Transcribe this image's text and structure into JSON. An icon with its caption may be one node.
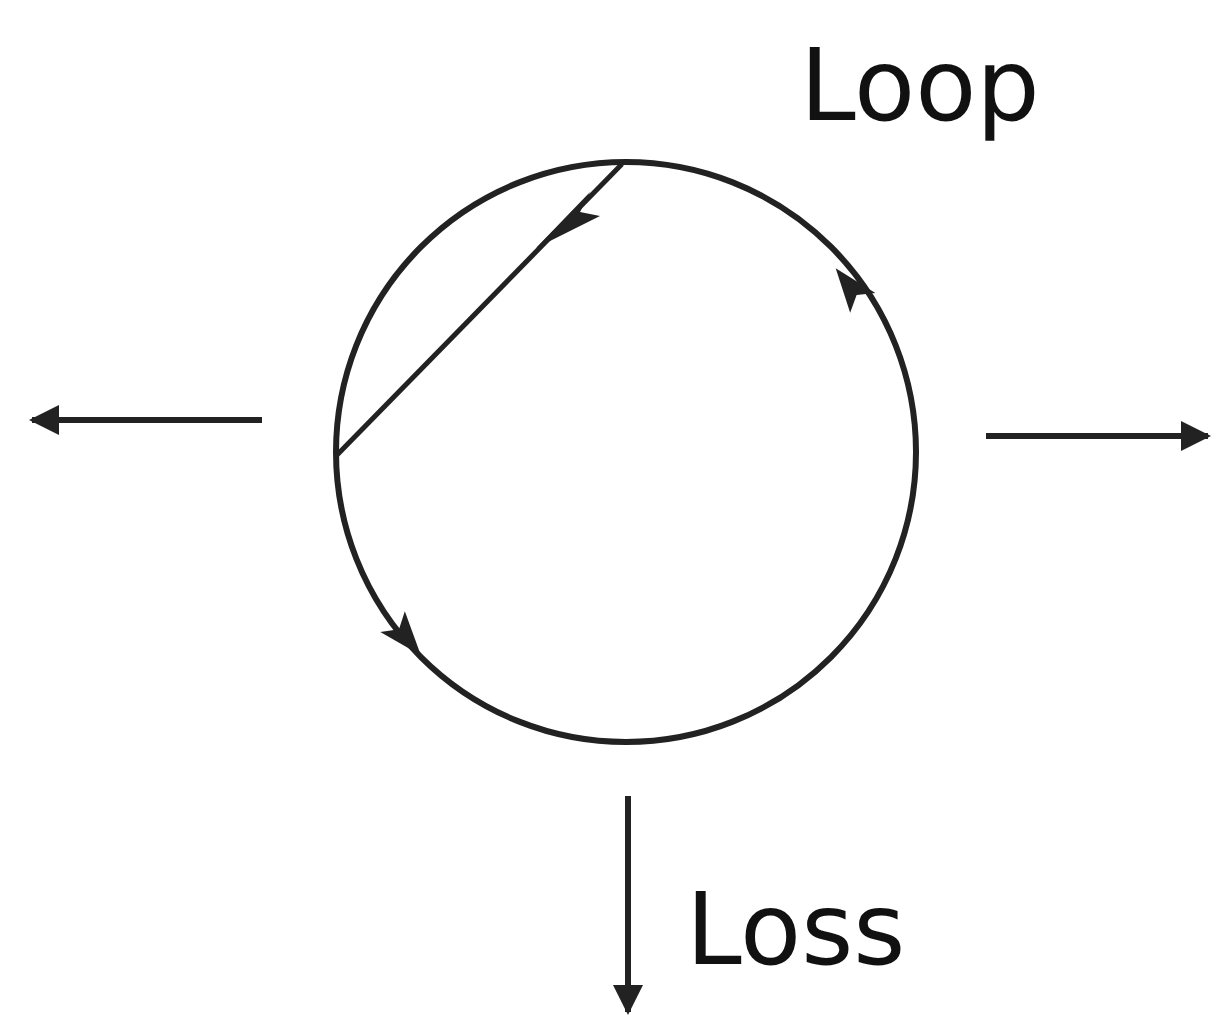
{
  "diagram": {
    "nodes": [
      {
        "text": [],
        "shape": "circle",
        "beside": [
          "Loop"
        ]
      }
    ],
    "labels": [
      "Loss"
    ]
  }
}
